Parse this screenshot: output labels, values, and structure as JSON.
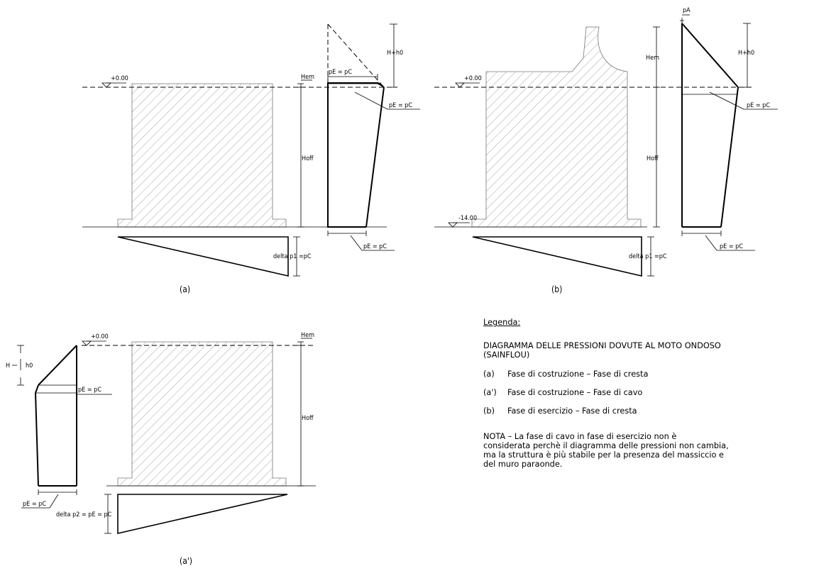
{
  "labels": {
    "level_zero": "+0.00",
    "level_minus14": "-14.00",
    "hem": "Hem",
    "hoff": "Hoff",
    "h_h0": "H+h0",
    "h_minus_h0_h": "H",
    "h_minus_h0_h0": "h0",
    "pe_pc": "pE = pC",
    "pa": "pA",
    "delta_p1": "delta p1 =pC",
    "delta_p2": "delta p2 = pE = pC"
  },
  "captions": {
    "a": "(a)",
    "b": "(b)",
    "a_prime": "(a')"
  },
  "legend": {
    "title": "Legenda:",
    "heading_line1": "DIAGRAMMA DELLE PRESSIONI DOVUTE AL MOTO ONDOSO",
    "heading_line2": "(SAINFLOU)",
    "items": [
      {
        "key": "(a)",
        "text": "Fase di costruzione – Fase di cresta"
      },
      {
        "key": "(a')",
        "text": "Fase di costruzione – Fase di cavo"
      },
      {
        "key": "(b)",
        "text": "Fase di esercizio – Fase di cresta"
      }
    ],
    "nota_line1": "NOTA –  La fase di cavo in fase di esercizio non è",
    "nota_line2": "considerata perchè il diagramma delle pressioni non cambia,",
    "nota_line3": "ma la struttura è più stabile per la presenza del massiccio e",
    "nota_line4": "del muro paraonde."
  }
}
